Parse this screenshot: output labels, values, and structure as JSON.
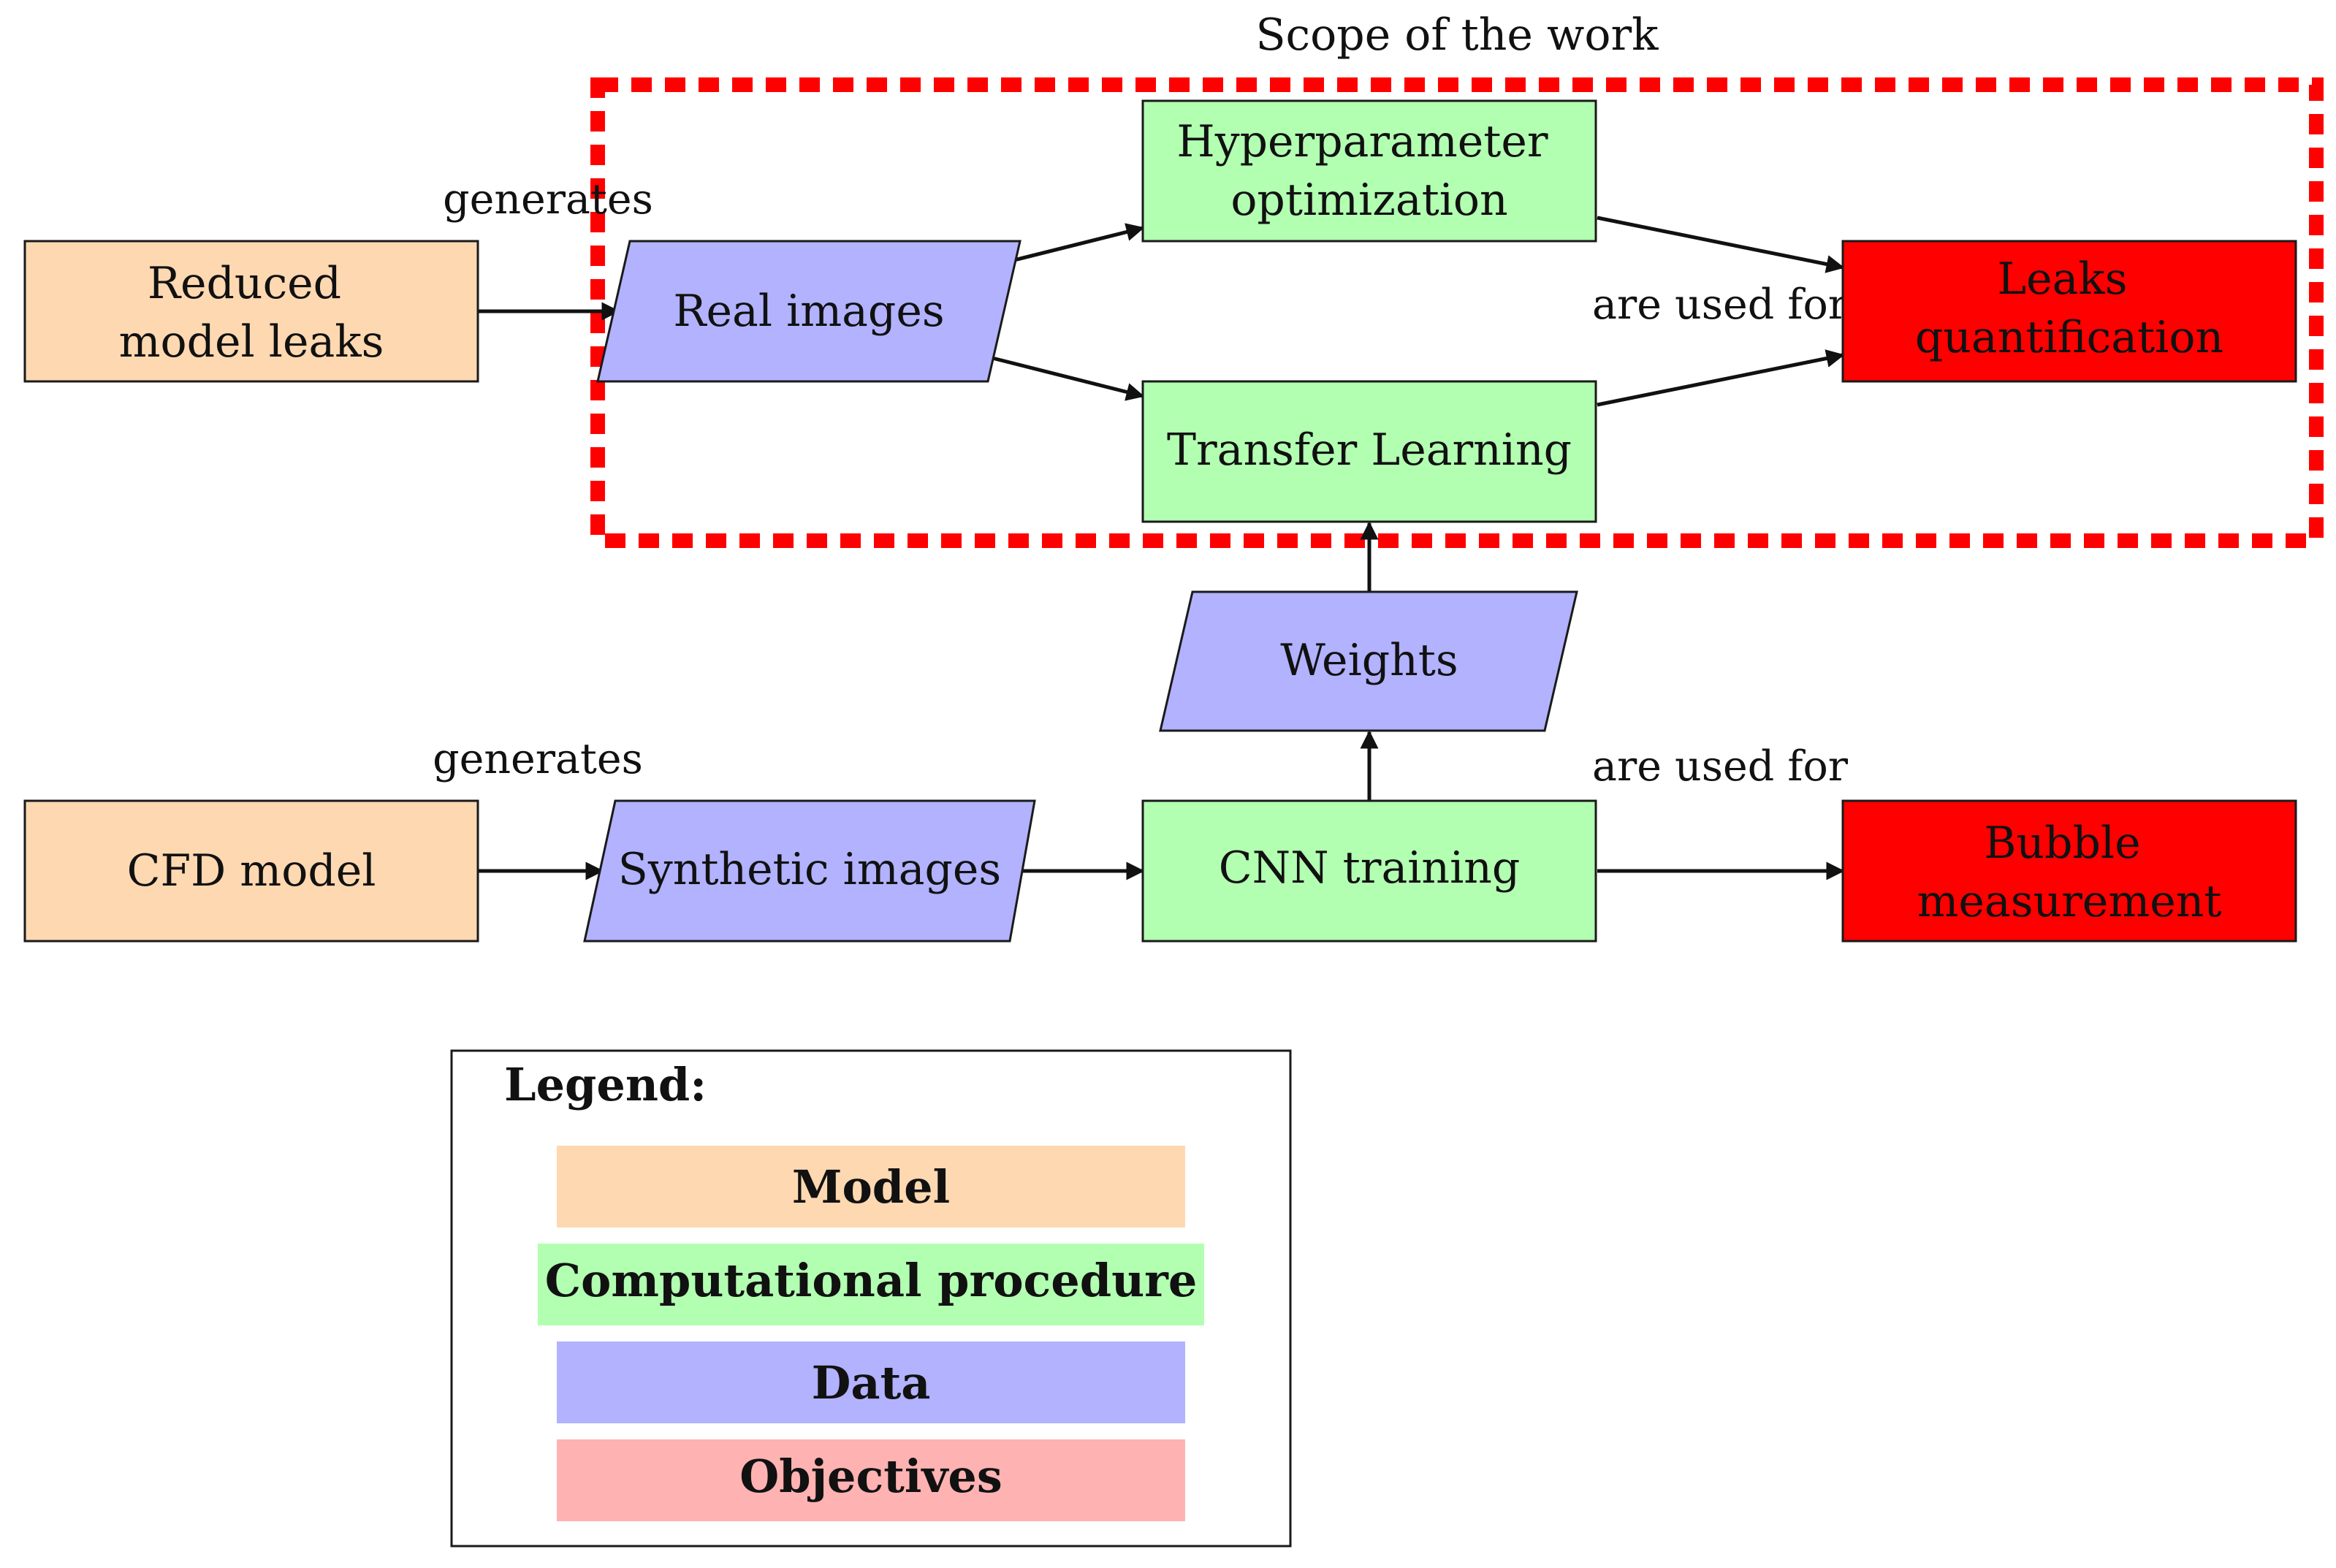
{
  "diagram": {
    "scope_label": "Scope of the work",
    "colors": {
      "model": "#FED8B1",
      "procedure": "#B2FFB2",
      "data": "#B2B2FF",
      "objective": "#FF0000",
      "objective_legend": "#FFB2B2",
      "scope_border": "#FF0000"
    },
    "nodes": {
      "reduced_model": {
        "lines": [
          "Reduced",
          "model leaks"
        ]
      },
      "real_images": {
        "lines": [
          "Real images"
        ]
      },
      "hyperparameter": {
        "lines": [
          "Hyperparameter",
          "optimization"
        ]
      },
      "transfer_learning": {
        "lines": [
          "Transfer Learning"
        ]
      },
      "leaks_quant": {
        "lines": [
          "Leaks",
          "quantification"
        ]
      },
      "weights": {
        "lines": [
          "Weights"
        ]
      },
      "cfd_model": {
        "lines": [
          "CFD model"
        ]
      },
      "synthetic_images": {
        "lines": [
          "Synthetic images"
        ]
      },
      "cnn_training": {
        "lines": [
          "CNN training"
        ]
      },
      "bubble_measurement": {
        "lines": [
          "Bubble",
          "measurement"
        ]
      }
    },
    "edge_labels": {
      "generates_top": "generates",
      "generates_bottom": "generates",
      "used_for_top": "are used for",
      "used_for_bottom": "are used for"
    },
    "legend": {
      "title": "Legend:",
      "items": [
        "Model",
        "Computational procedure",
        "Data",
        "Objectives"
      ]
    }
  }
}
